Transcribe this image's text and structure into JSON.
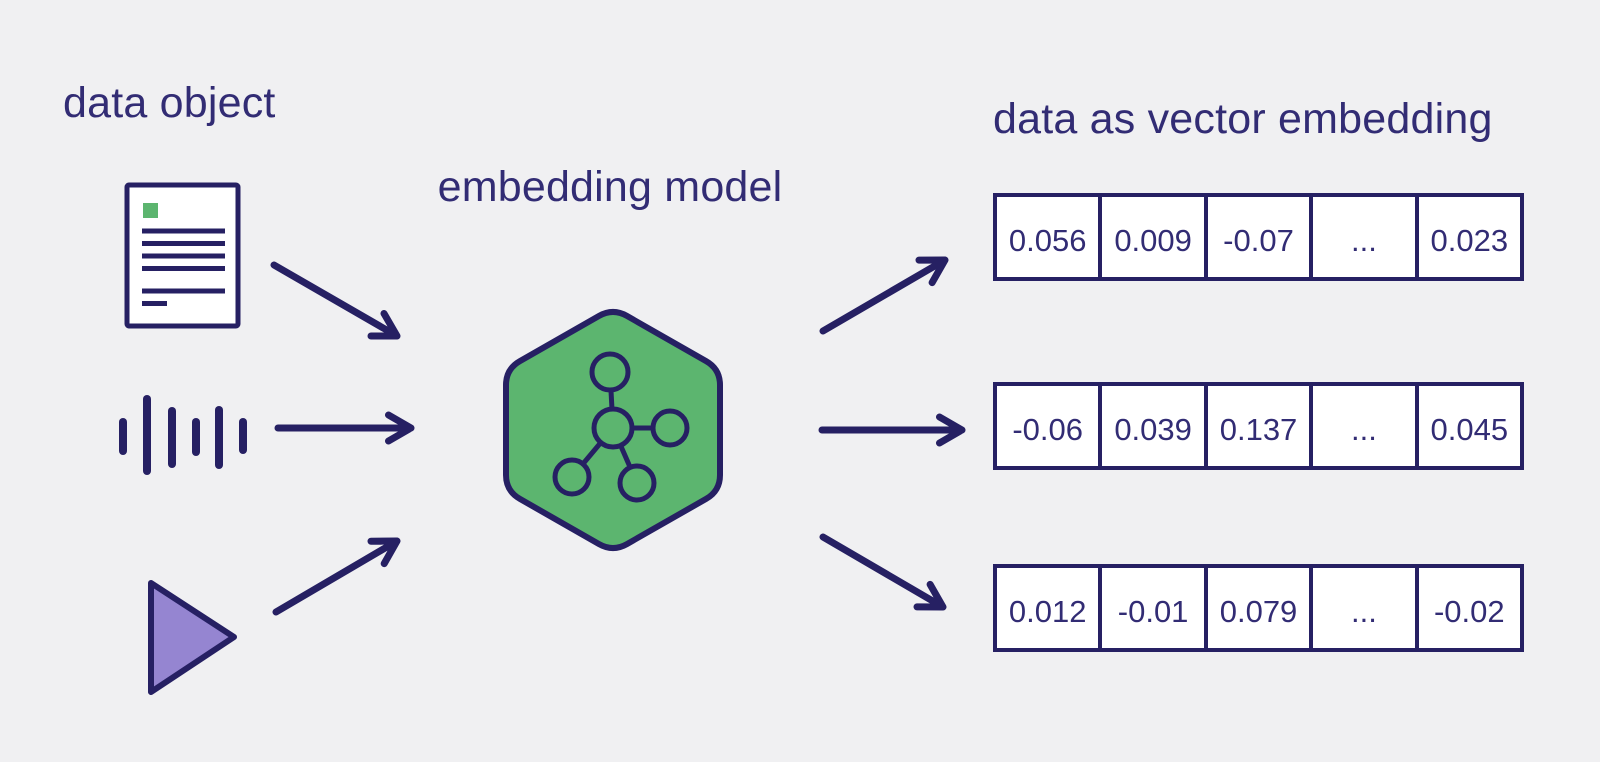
{
  "labels": {
    "data_object": "data object",
    "embedding_model": "embedding model",
    "data_as_vector_embedding": "data as vector embedding"
  },
  "icons": {
    "document": "document-icon",
    "audio": "audio-waveform-icon",
    "video": "video-play-icon",
    "model": "hexagon-network-icon",
    "arrows": "arrow-icon"
  },
  "colors": {
    "background": "#f0f0f2",
    "navy": "#262063",
    "text_navy": "#322c74",
    "green": "#5cb56f",
    "purple": "#9585d1",
    "white": "#ffffff"
  },
  "vectors": {
    "rows": [
      {
        "cells": [
          "0.056",
          "0.009",
          "-0.07",
          "...",
          "0.023"
        ]
      },
      {
        "cells": [
          "-0.06",
          "0.039",
          "0.137",
          "...",
          "0.045"
        ]
      },
      {
        "cells": [
          "0.012",
          "-0.01",
          "0.079",
          "...",
          "-0.02"
        ]
      }
    ]
  }
}
